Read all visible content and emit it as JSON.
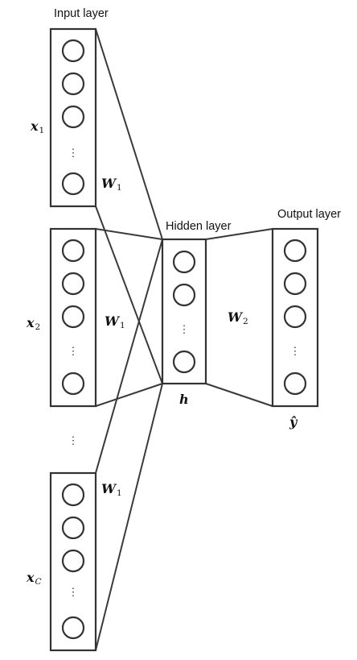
{
  "layers": {
    "input_title": "Input layer",
    "hidden_title": "Hidden layer",
    "output_title": "Output layer"
  },
  "inputs": [
    {
      "base": "x",
      "sub": "1"
    },
    {
      "base": "x",
      "sub": "2"
    },
    {
      "base": "x",
      "sub": "C"
    }
  ],
  "weights": {
    "w1": {
      "base": "W",
      "sub": "1"
    },
    "w2": {
      "base": "W",
      "sub": "2"
    }
  },
  "hidden_label": "h",
  "output_label": "ŷ",
  "ellipsis": "⋮"
}
